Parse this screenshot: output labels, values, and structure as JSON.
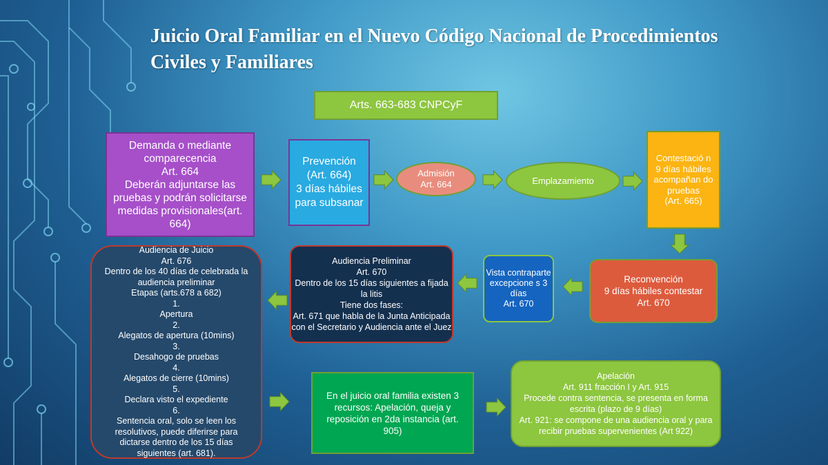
{
  "title": "Juicio Oral Familiar en el Nuevo Código Nacional de Procedimientos Civiles y Familiares",
  "reference": "Arts. 663-683 CNPCyF",
  "colors": {
    "purple": "#a64fc9",
    "sky": "#29aae1",
    "salmon": "#e88d7e",
    "green": "#8dc63f",
    "orange": "#fbb412",
    "red": "#dd5b3d",
    "blue": "#1565c0",
    "navy": "#14304f",
    "slate": "#25496b",
    "emerald": "#00a651",
    "arrow": "#8dc63f"
  },
  "boxes": {
    "demanda": {
      "lines": [
        "Demanda o mediante comparecencia",
        "Art. 664",
        "Deberán adjuntarse las pruebas y podrán solicitarse medidas provisionales(art. 664)"
      ]
    },
    "prevencion": {
      "lines": [
        "Prevención",
        "(Art. 664)",
        "3 días hábiles para subsanar"
      ]
    },
    "admision": {
      "lines": [
        "Admisión",
        "Art. 664"
      ]
    },
    "emplazamiento": {
      "lines": [
        "Emplazamiento"
      ]
    },
    "contestacion": {
      "lines": [
        "Contestació n",
        "9 días hábiles acompañan do pruebas",
        "(Art. 665)"
      ]
    },
    "reconvencion": {
      "lines": [
        "Reconvención",
        "9 días hábiles contestar",
        "Art. 670"
      ]
    },
    "vista": {
      "lines": [
        "Vista contraparte excepcione s 3 días",
        "Art. 670"
      ]
    },
    "preliminar": {
      "lines": [
        "Audiencia Preliminar",
        "Art. 670",
        "Dentro de los 15 días siguientes a fijada la litis",
        "Tiene dos fases:",
        "Art. 671 que habla de la Junta Anticipada con el Secretario  y Audiencia ante el Juez"
      ]
    },
    "juicio": {
      "lines": [
        "Audiencia de Juicio",
        "Art. 676",
        "Dentro de los 40 días de celebrada la audiencia preliminar",
        "Etapas (arts.678 a 682)"
      ],
      "steps": [
        {
          "num": "1.",
          "text": "Apertura"
        },
        {
          "num": "2.",
          "text": "Alegatos de apertura (10mins)"
        },
        {
          "num": "3.",
          "text": "Desahogo de pruebas"
        },
        {
          "num": "4.",
          "text": "Alegatos de cierre (10mins)"
        },
        {
          "num": "5.",
          "text": "Declara visto el expediente"
        },
        {
          "num": "6.",
          "text": "Sentencia oral, solo se leen los resolutivos, puede diferirse para dictarse dentro de los 15 días siguientes (art. 681)."
        }
      ]
    },
    "recursos": {
      "lines": [
        "En el juicio oral familia existen 3 recursos: Apelación, queja y reposición en 2da instancia (art. 905)"
      ]
    },
    "apelacion": {
      "lines": [
        "Apelación",
        "Art. 911 fracción I y Art. 915",
        "Procede contra sentencia, se presenta en forma escrita (plazo de 9 días)",
        "Art. 921: se compone de una audiencia oral y para recibir pruebas supervenientes (Art 922)"
      ]
    }
  }
}
